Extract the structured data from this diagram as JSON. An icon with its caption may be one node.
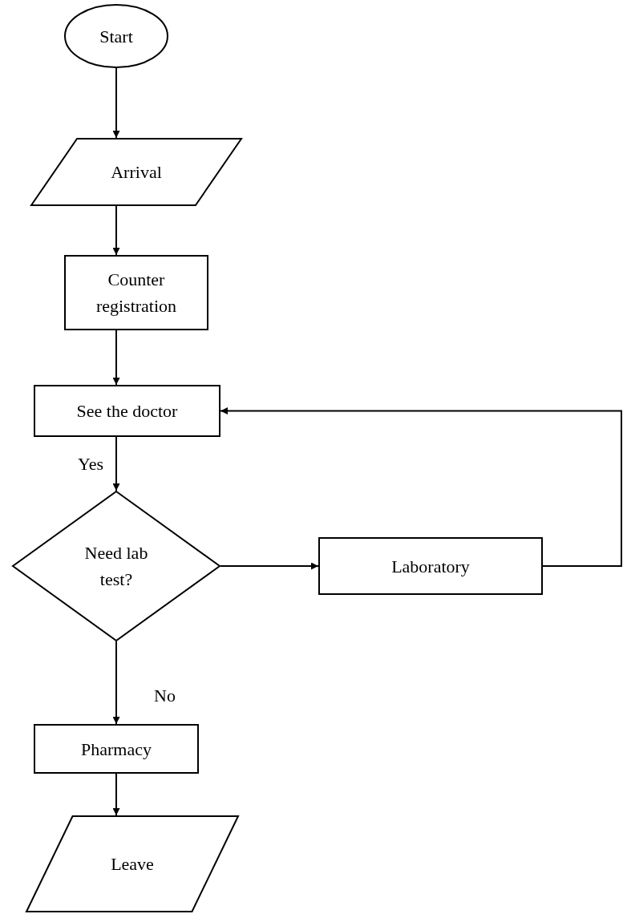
{
  "diagram": {
    "nodes": [
      {
        "text": [
          "Start"
        ]
      },
      {
        "text": [
          "Arrival"
        ]
      },
      {
        "text": [
          "Counter registration"
        ]
      },
      {
        "text": [
          "See the doctor"
        ]
      },
      {
        "text": [
          "Need lab test?"
        ]
      },
      {
        "text": [
          "Laboratory"
        ]
      },
      {
        "text": [
          "Pharmacy"
        ]
      },
      {
        "text": [
          "Leave"
        ]
      }
    ],
    "edges": [
      {
        "from": 0,
        "to": 1,
        "arrow": "to"
      },
      {
        "from": 1,
        "to": 2,
        "arrow": "to"
      },
      {
        "from": 2,
        "to": 3,
        "arrow": "to"
      },
      {
        "from": 3,
        "to": 4,
        "arrow": "to",
        "label": "Yes"
      },
      {
        "from": 4,
        "to": 5,
        "arrow": "to"
      },
      {
        "from": 4,
        "to": 6,
        "arrow": "to",
        "label": "No"
      },
      {
        "from": 5,
        "to": 3,
        "arrow": "to"
      },
      {
        "from": 6,
        "to": 7,
        "arrow": "to"
      }
    ]
  }
}
